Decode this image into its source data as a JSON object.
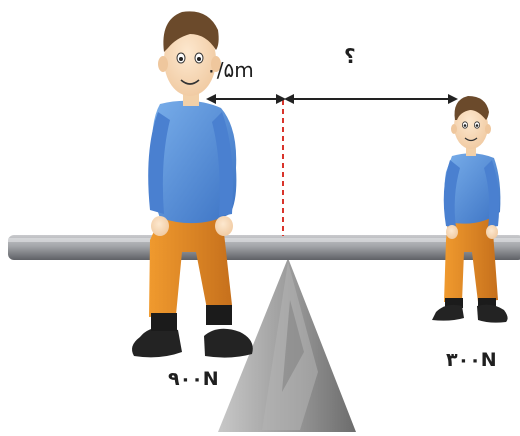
{
  "labels": {
    "left_distance": "۰/۵m",
    "right_distance": "؟",
    "left_weight": "۹۰۰N",
    "right_weight": "۳۰۰N"
  },
  "colors": {
    "shirt": "#4f86d6",
    "shirt_light": "#74a6e6",
    "pants": "#e18a21",
    "pants_dark": "#b9661a",
    "hair": "#6b4a2b",
    "skin": "#f7d9b5",
    "beam": "#8d8f94",
    "fulcrum": "#9a9a9a",
    "pivot_line": "#d9342b",
    "arrow": "#222222"
  }
}
